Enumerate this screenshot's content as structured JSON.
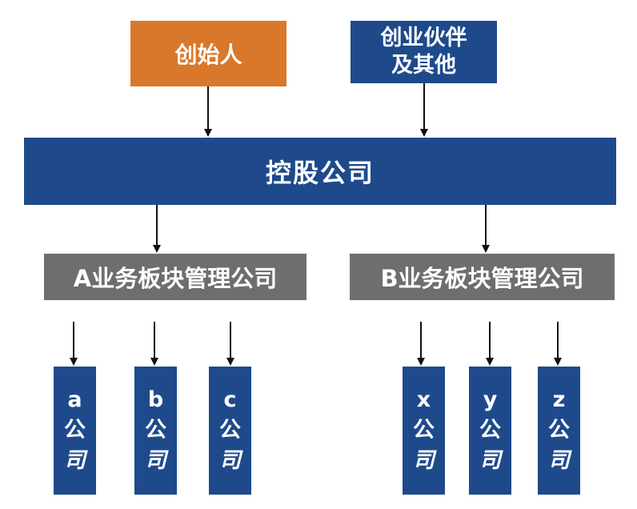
{
  "founder": {
    "label": "创始人"
  },
  "partners": {
    "line1": "创业伙伴",
    "line2": "及其他"
  },
  "holding": {
    "label": "控股公司"
  },
  "mgmt_a": {
    "label": "A业务板块管理公司"
  },
  "mgmt_b": {
    "label": "B业务板块管理公司"
  },
  "subsidiaries": [
    {
      "letter": "a",
      "word1": "公",
      "word2": "司"
    },
    {
      "letter": "b",
      "word1": "公",
      "word2": "司"
    },
    {
      "letter": "c",
      "word1": "公",
      "word2": "司"
    },
    {
      "letter": "x",
      "word1": "公",
      "word2": "司"
    },
    {
      "letter": "y",
      "word1": "公",
      "word2": "司"
    },
    {
      "letter": "z",
      "word1": "公",
      "word2": "司"
    }
  ],
  "colors": {
    "orange": "#D9782A",
    "blue": "#1E4A8C",
    "gray": "#6E6E6E",
    "arrow": "#111111"
  }
}
